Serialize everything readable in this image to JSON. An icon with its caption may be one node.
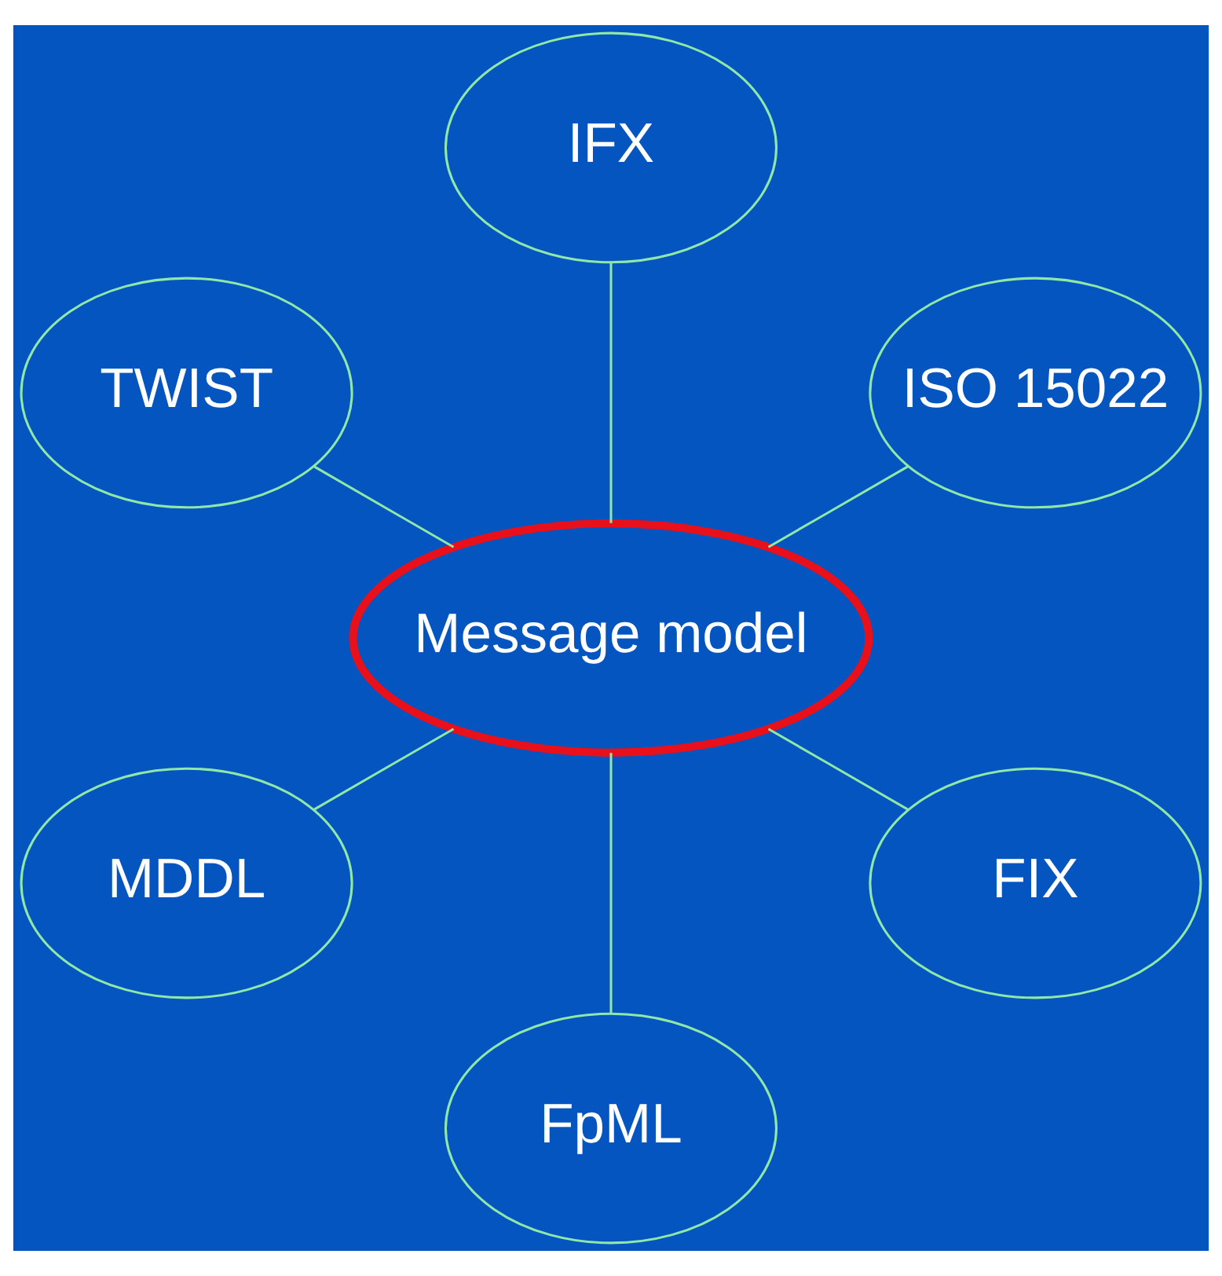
{
  "diagram": {
    "nodes": [
      {
        "text": [
          "ISO 15022"
        ]
      },
      {
        "text": [
          "IFX"
        ]
      },
      {
        "text": [
          "TWIST"
        ]
      },
      {
        "text": [
          "Message model"
        ]
      },
      {
        "text": [
          "MDDL"
        ]
      },
      {
        "text": [
          "FpML"
        ]
      },
      {
        "text": [
          "FIX"
        ]
      }
    ],
    "edges": [
      {
        "from": 3,
        "to": 0,
        "arrow": "none"
      },
      {
        "from": 3,
        "to": 1,
        "arrow": "none"
      },
      {
        "from": 3,
        "to": 2,
        "arrow": "none"
      },
      {
        "from": 3,
        "to": 4,
        "arrow": "none"
      },
      {
        "from": 3,
        "to": 5,
        "arrow": "none"
      },
      {
        "from": 3,
        "to": 6,
        "arrow": "none"
      }
    ]
  }
}
